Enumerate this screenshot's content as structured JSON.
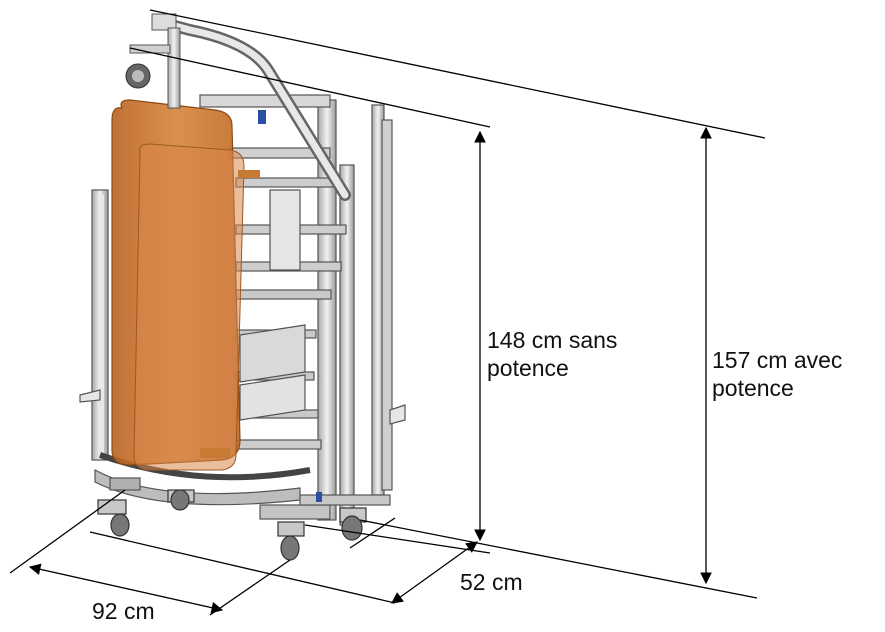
{
  "dimensions": {
    "height_without_mast": {
      "line1": "148 cm sans",
      "line2": "potence"
    },
    "height_with_mast": {
      "line1": "157 cm avec",
      "line2": "potence"
    },
    "width": "52 cm",
    "length": "92 cm"
  },
  "colors": {
    "headboard": "#c8742a",
    "frame": "#d9d9d9",
    "frame_dark": "#8a8a8a",
    "dimension_line": "#000000",
    "accent_blue": "#2a4fa0"
  }
}
